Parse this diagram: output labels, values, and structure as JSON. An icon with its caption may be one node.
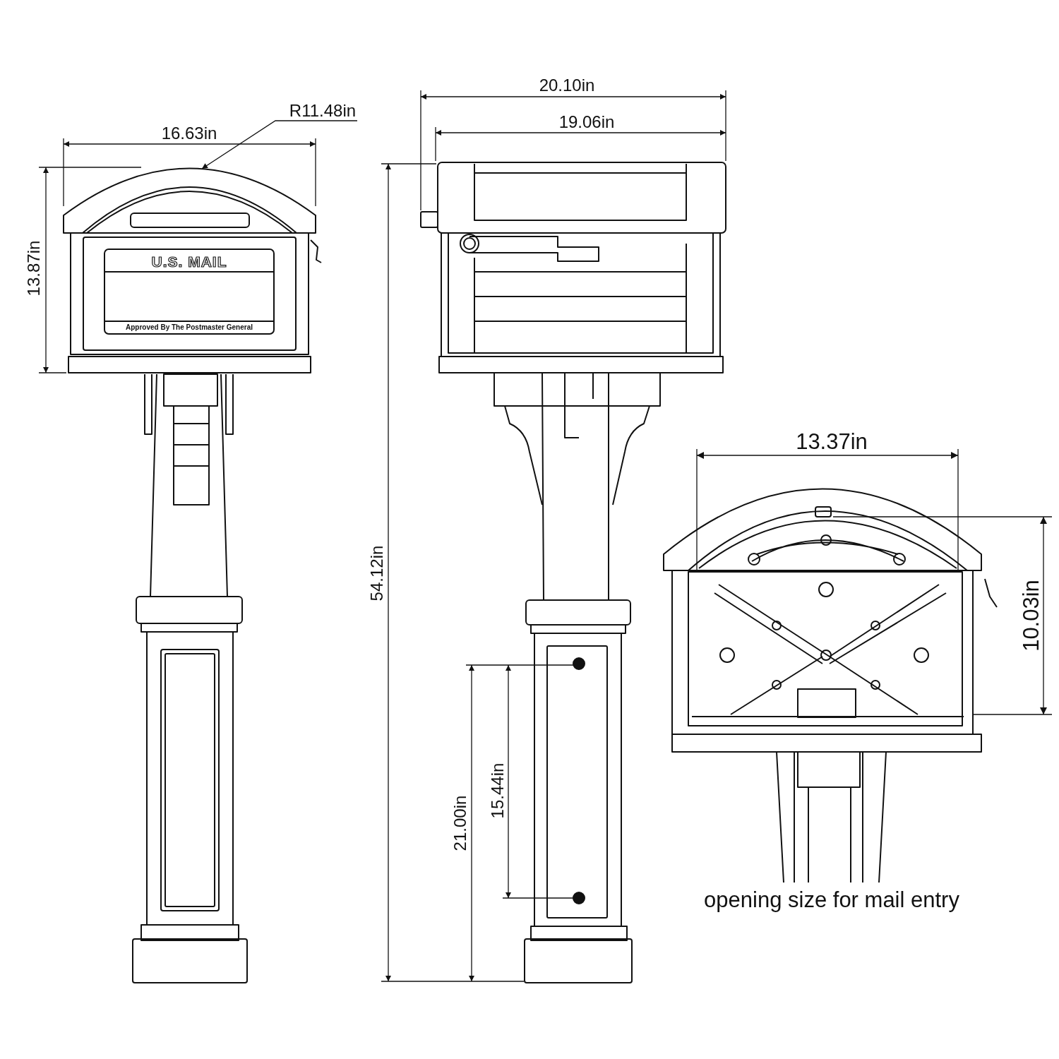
{
  "diagram": {
    "nodes": [
      {
        "text": [
          "R11.48in"
        ]
      },
      {
        "text": [],
        "shape": "picture"
      }
    ],
    "edges": [
      {
        "from": 0,
        "to": 1,
        "arrow": "to"
      }
    ],
    "labels": [
      "20.10in",
      "19.06in",
      "16.63in",
      "U.S. MAIL",
      "13.87in",
      "Approved By The Postmaster General",
      "13.37in",
      "54.12in",
      "10.03in",
      "15.44in",
      "21.00in",
      "opening size for mail entry"
    ]
  }
}
